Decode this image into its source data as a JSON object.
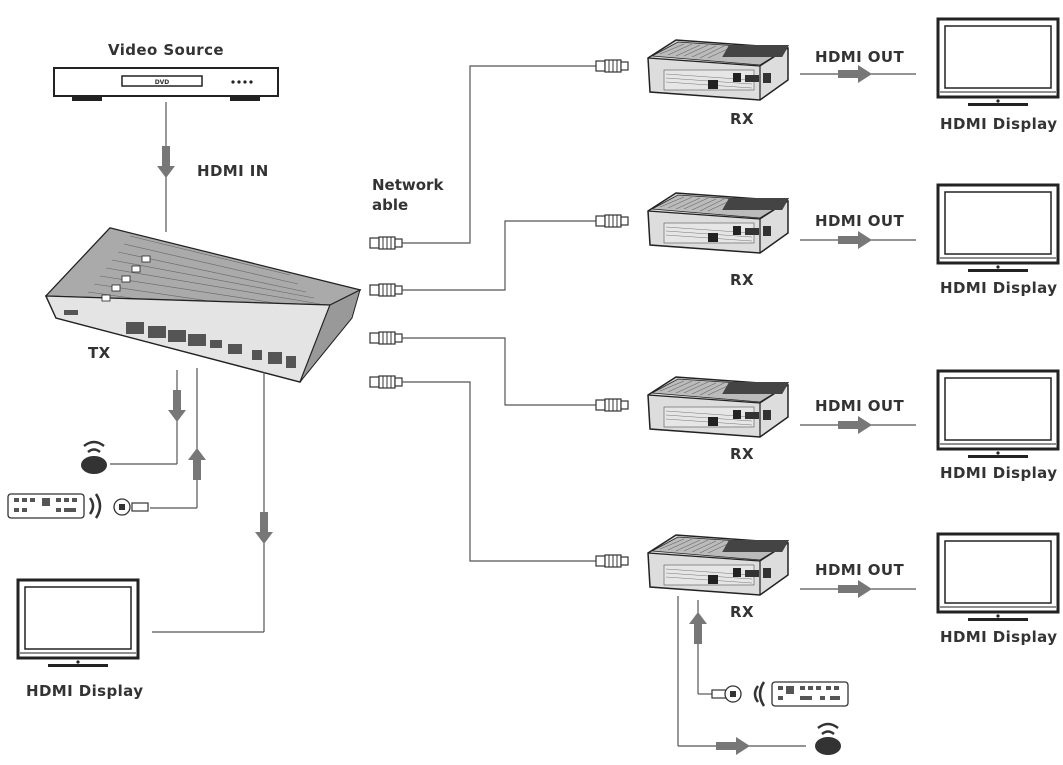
{
  "labels": {
    "video_source": "Video Source",
    "hdmi_in": "HDMI IN",
    "tx": "TX",
    "network_cable_line1": "Network",
    "network_cable_line2": "able",
    "rx": "RX",
    "hdmi_out": "HDMI OUT",
    "hdmi_display": "HDMI Display",
    "dvd": "DVD"
  },
  "receivers": [
    {
      "rx_label": "RX",
      "out_label": "HDMI OUT",
      "display_label": "HDMI Display"
    },
    {
      "rx_label": "RX",
      "out_label": "HDMI OUT",
      "display_label": "HDMI Display"
    },
    {
      "rx_label": "RX",
      "out_label": "HDMI OUT",
      "display_label": "HDMI Display"
    },
    {
      "rx_label": "RX",
      "out_label": "HDMI OUT",
      "display_label": "HDMI Display"
    }
  ],
  "colors": {
    "line": "#555555",
    "arrow": "#777777",
    "text": "#333333"
  }
}
